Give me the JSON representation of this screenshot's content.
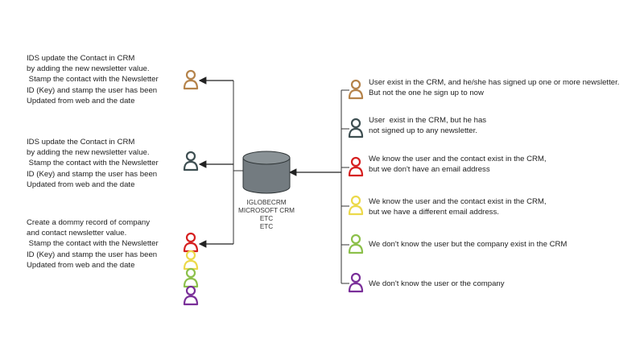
{
  "left_notes": [
    "IDS update the Contact in CRM\nby adding the new newsletter value.\n Stamp the contact with the Newsletter\nID (Key) and stamp the user has been\nUpdated from web and the date",
    "IDS update the Contact in CRM\nby adding the new newsletter value.\n Stamp the contact with the Newsletter\nID (Key) and stamp the user has been\nUpdated from web and the date",
    "Create a dommy record of company\nand contact newsletter value.\n Stamp the contact with the Newsletter\nID (Key) and stamp the user has been\nUpdated from web and the date"
  ],
  "database": {
    "labels": [
      "IGLOBECRM",
      "MICROSOFT CRM",
      "ETC",
      "ETC"
    ]
  },
  "right_cases": [
    "User exist in the CRM, and he/she has signed up one or more newsletter.\nBut not the one he sign up to now",
    "User  exist in the CRM, but he has\nnot signed up to any newsletter.",
    "We know the user and the contact exist in the CRM,\nbut we don't have an email address",
    "We know the user and the contact exist in the CRM,\nbut we have a different email address.",
    "We don't know the user but the company exist in the CRM",
    "We don't know the user or the company"
  ],
  "colors": {
    "brown": "#b5834a",
    "slate": "#3e4f52",
    "red": "#d62020",
    "yellow": "#ecd94a",
    "green": "#8cc04a",
    "purple": "#7a2f99",
    "db_fill": "#737b80",
    "wire": "#333333"
  }
}
